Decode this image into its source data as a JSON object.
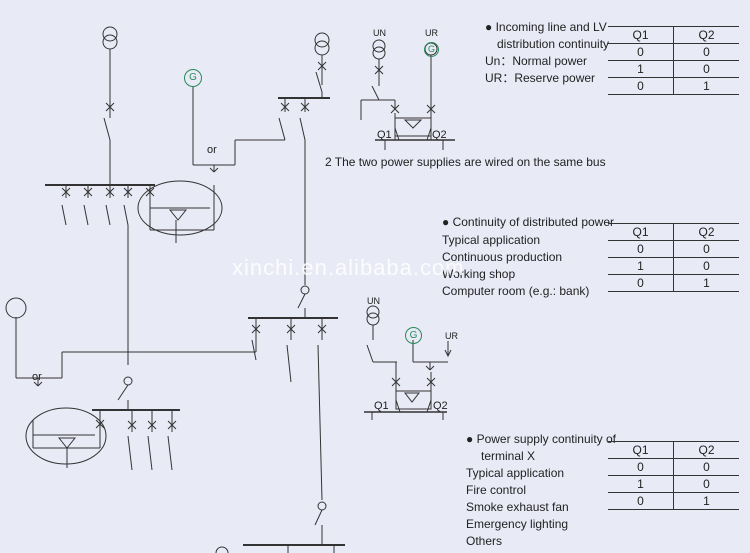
{
  "section1": {
    "heading_line1": "● Incoming line and LV",
    "heading_line2": "distribution continuity",
    "un_label": "Un：Normal power",
    "ur_label": "UR：Reserve power",
    "caption": "2 The two power supplies are wired on the same bus",
    "table": {
      "headers": [
        "Q1",
        "Q2"
      ],
      "rows": [
        [
          "0",
          "0"
        ],
        [
          "1",
          "0"
        ],
        [
          "0",
          "1"
        ]
      ]
    }
  },
  "section2": {
    "heading": "● Continuity of distributed power",
    "items": [
      "Typical application",
      "Continuous production",
      "Working shop",
      "Computer room (e.g.: bank)"
    ],
    "table": {
      "headers": [
        "Q1",
        "Q2"
      ],
      "rows": [
        [
          "0",
          "0"
        ],
        [
          "1",
          "0"
        ],
        [
          "0",
          "1"
        ]
      ]
    }
  },
  "section3": {
    "heading_line1": "● Power supply continuity of",
    "heading_line2": "terminal X",
    "items": [
      "Typical application",
      "Fire control",
      "Smoke exhaust fan",
      "Emergency lighting",
      "Others"
    ],
    "table": {
      "headers": [
        "Q1",
        "Q2"
      ],
      "rows": [
        [
          "0",
          "0"
        ],
        [
          "1",
          "0"
        ],
        [
          "0",
          "1"
        ]
      ]
    }
  },
  "diagram_labels": {
    "or_top": "or",
    "or_left": "or",
    "un": "UN",
    "ur": "UR",
    "un2": "UN",
    "ur2": "UR",
    "q1": "Q1",
    "q2": "Q2",
    "q1b": "Q1",
    "q2b": "Q2",
    "g": "G"
  },
  "watermark": "xinchi.en.alibaba.com"
}
